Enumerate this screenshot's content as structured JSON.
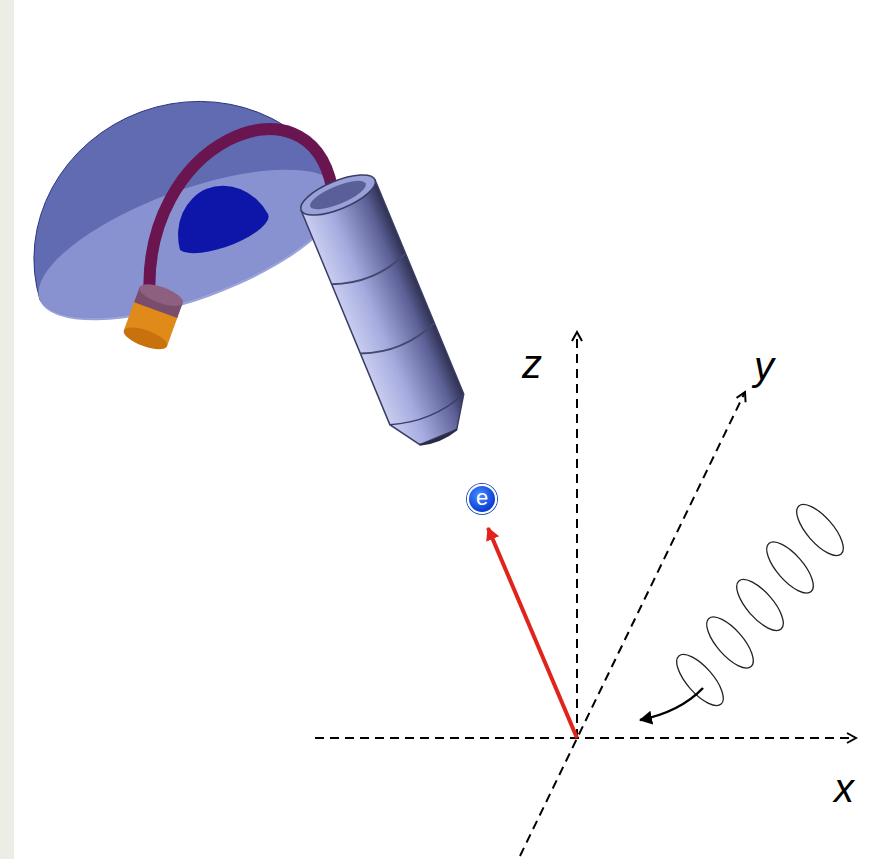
{
  "diagram": {
    "nodes": [
      {
        "text": [
          "e"
        ]
      }
    ],
    "labels": [
      "z",
      "y",
      "x"
    ]
  }
}
